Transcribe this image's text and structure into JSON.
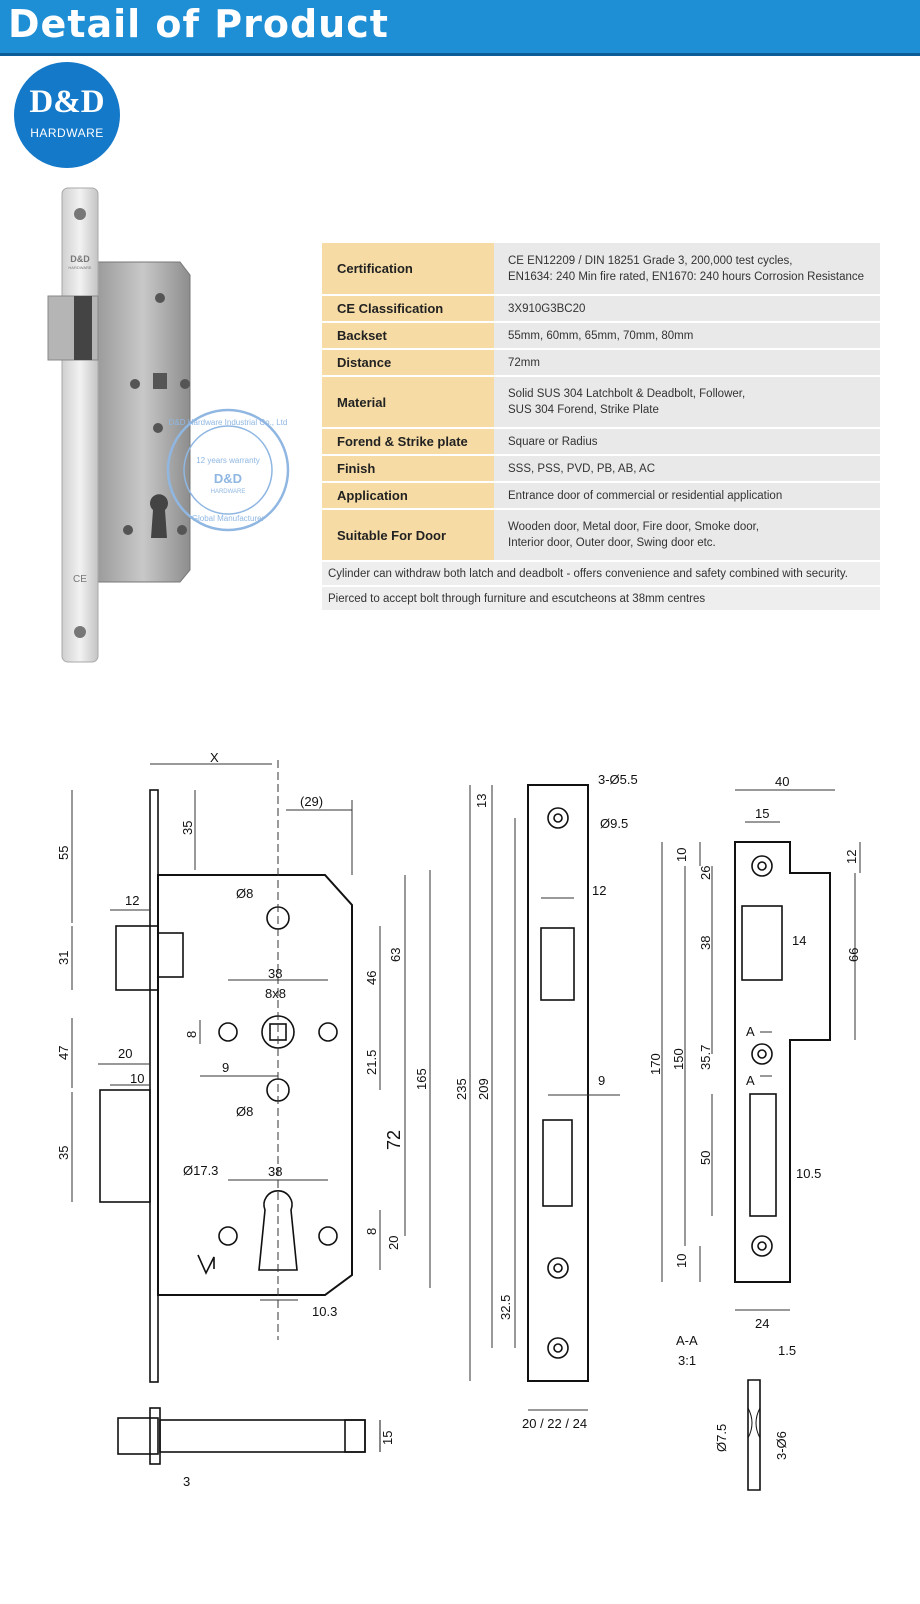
{
  "banner": {
    "title": "Detail of Product"
  },
  "logo": {
    "line1": "D&D",
    "line2": "HARDWARE"
  },
  "lock_image": {
    "faceplate_brand": "D&D",
    "faceplate_brand_sub": "HARDWARE",
    "ce_mark": "CE"
  },
  "watermark": {
    "ring_text": "D&D Hardware Industrial Co., Ltd",
    "warranty": "12 years warranty",
    "brand": "D&D",
    "brand_sub": "HARDWARE",
    "bottom_text": "Global Manufacturer"
  },
  "spec_table": {
    "rows": [
      {
        "label": "Certification",
        "value": "CE EN12209 / DIN 18251 Grade 3, 200,000 test cycles,",
        "value2": "EN1634: 240 Min fire rated, EN1670: 240 hours Corrosion Resistance"
      },
      {
        "label": "CE Classification",
        "value": "3X910G3BC20",
        "value2": ""
      },
      {
        "label": "Backset",
        "value": "55mm, 60mm, 65mm, 70mm, 80mm",
        "value2": ""
      },
      {
        "label": "Distance",
        "value": "72mm",
        "value2": ""
      },
      {
        "label": "Material",
        "value": "Solid SUS 304 Latchbolt & Deadbolt, Follower,",
        "value2": "SUS 304 Forend, Strike Plate"
      },
      {
        "label": "Forend & Strike plate",
        "value": "Square or Radius",
        "value2": ""
      },
      {
        "label": "Finish",
        "value": "SSS, PSS, PVD, PB, AB, AC",
        "value2": ""
      },
      {
        "label": "Application",
        "value": "Entrance door of commercial or residential application",
        "value2": ""
      },
      {
        "label": "Suitable For Door",
        "value": "Wooden door, Metal door, Fire door, Smoke door,",
        "value2": "Interior door, Outer door, Swing door etc."
      }
    ],
    "notes": [
      "Cylinder can withdraw both latch and deadbolt - offers convenience and safety combined with security.",
      "Pierced to accept bolt through furniture and escutcheons at 38mm centres"
    ]
  },
  "drawing_labels": {
    "x": "X",
    "d29": "(29)",
    "d55": "55",
    "d35a": "35",
    "d12a": "12",
    "d31": "31",
    "d47": "47",
    "d20a": "20",
    "d10a": "10",
    "d35b": "35",
    "d8dia_a": "Ø8",
    "d38a": "38",
    "d8x8": "8x8",
    "d8a": "8",
    "d9a": "9",
    "d8dia_b": "Ø8",
    "d46": "46",
    "d63": "63",
    "d21_5": "21.5",
    "d165": "165",
    "d72": "72",
    "d17_3": "Ø17.3",
    "d38b": "38",
    "d8b": "8",
    "d20b": "20",
    "d10_3": "10.3",
    "d15a": "15",
    "d3": "3",
    "d3_5_5": "3-Ø5.5",
    "d9_5": "Ø9.5",
    "d13": "13",
    "d12b": "12",
    "d235": "235",
    "d209": "209",
    "d9b": "9",
    "d32_5": "32.5",
    "d20_22_24": "20 / 22 / 24",
    "d40": "40",
    "d15b": "15",
    "d10b": "10",
    "d12c": "12",
    "d26": "26",
    "d38c": "38",
    "d14": "14",
    "d66": "66",
    "d170": "170",
    "d150": "150",
    "d35_7": "35.7",
    "d50": "50",
    "d10_5": "10.5",
    "d10c": "10",
    "d24": "24",
    "a_top": "A",
    "a_bottom": "A",
    "aa": "A-A",
    "scale": "3:1",
    "d1_5": "1.5",
    "d7_5": "Ø7.5",
    "d3_6": "3-Ø6"
  }
}
